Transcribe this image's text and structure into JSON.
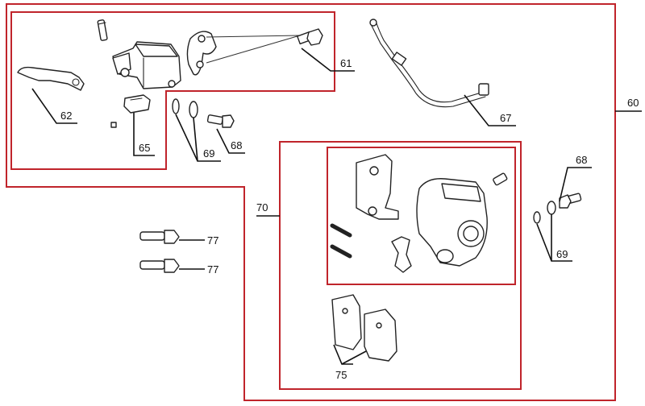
{
  "diagram": {
    "labels": {
      "l60": "60",
      "l61": "61",
      "l62": "62",
      "l65": "65",
      "l67": "67",
      "l68a": "68",
      "l68b": "68",
      "l69a": "69",
      "l69b": "69",
      "l70": "70",
      "l75": "75",
      "l77a": "77",
      "l77b": "77"
    },
    "frame_color": "#c0242b"
  }
}
